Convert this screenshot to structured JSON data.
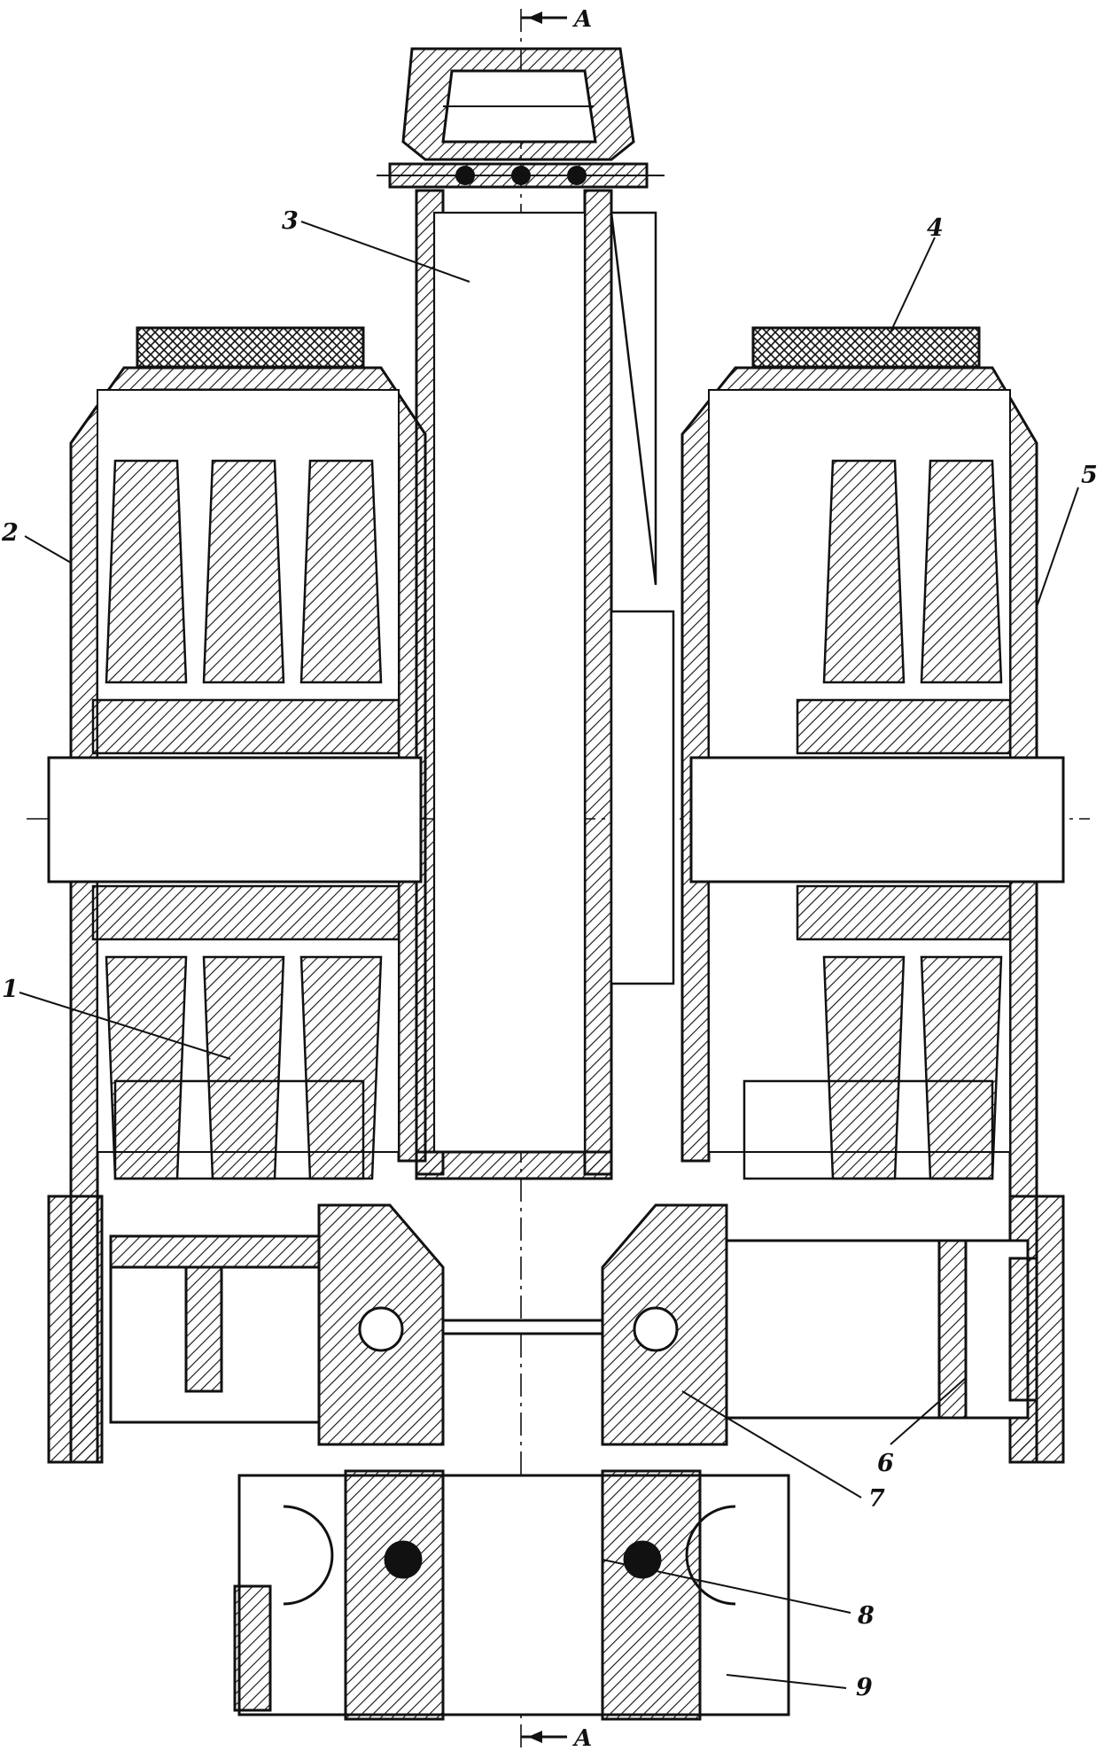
{
  "drawing": {
    "section_mark_top": "A",
    "section_mark_bottom": "A",
    "labels": [
      {
        "id": "1",
        "text": "1"
      },
      {
        "id": "2",
        "text": "2"
      },
      {
        "id": "3",
        "text": "3"
      },
      {
        "id": "4",
        "text": "4"
      },
      {
        "id": "5",
        "text": "5"
      },
      {
        "id": "6",
        "text": "6"
      },
      {
        "id": "7",
        "text": "7"
      },
      {
        "id": "8",
        "text": "8"
      },
      {
        "id": "9",
        "text": "9"
      }
    ]
  }
}
